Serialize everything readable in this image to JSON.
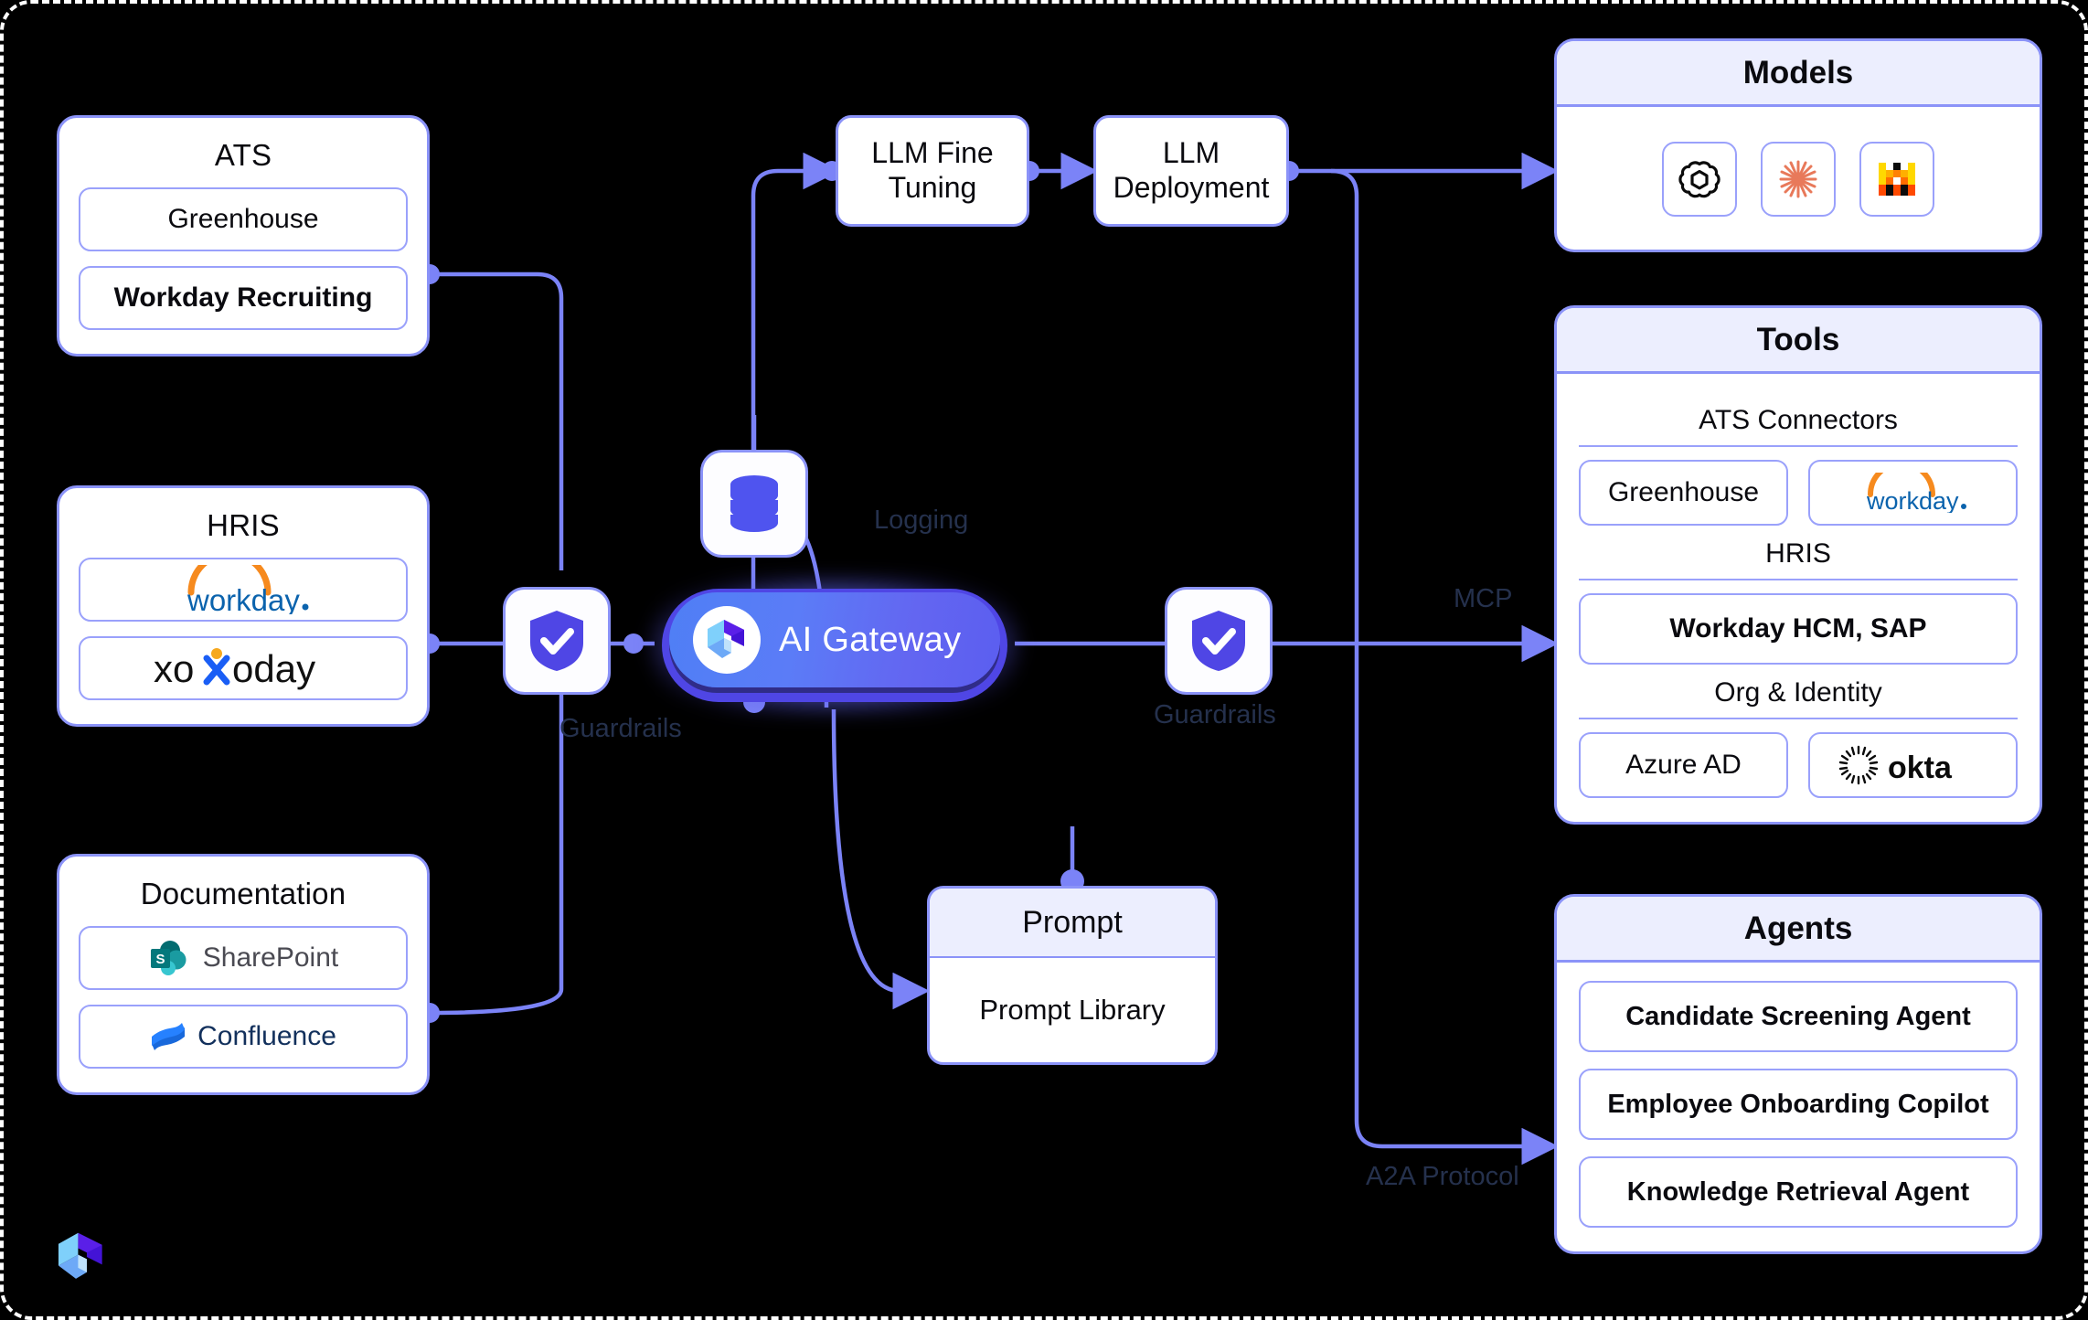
{
  "theme": {
    "background": "#000000",
    "card_border": "#8b93f8",
    "panel_header_bg": "#eceefe",
    "wire": "#7b83f7",
    "accent": "#4f46e5",
    "label_text": "#25314d"
  },
  "left_column": [
    {
      "title": "ATS",
      "items": [
        {
          "label": "Greenhouse",
          "icon": "none"
        },
        {
          "label": "Workday Recruiting",
          "icon": "none"
        }
      ]
    },
    {
      "title": "HRIS",
      "items": [
        {
          "label": "workday",
          "icon": "workday-logo"
        },
        {
          "label": "xoxoday",
          "icon": "xoxoday-logo"
        }
      ]
    },
    {
      "title": "Documentation",
      "items": [
        {
          "label": "SharePoint",
          "icon": "sharepoint-logo"
        },
        {
          "label": "Confluence",
          "icon": "confluence-logo"
        }
      ]
    }
  ],
  "flow": {
    "fine_tuning": "LLM Fine Tuning",
    "deployment": "LLM Deployment",
    "gateway_label": "AI Gateway",
    "gateway_icon": "portkey-cube-icon",
    "logging_icon": "database-icon",
    "guardrail_icon": "shield-check-icon"
  },
  "prompt_panel": {
    "title": "Prompt",
    "item": "Prompt Library"
  },
  "edge_labels": {
    "logging": "Logging",
    "guardrails_in": "Guardrails",
    "guardrails_out": "Guardrails",
    "mcp": "MCP",
    "a2a": "A2A Protocol"
  },
  "models_panel": {
    "title": "Models",
    "logos": [
      {
        "name": "openai-logo",
        "alt": "OpenAI"
      },
      {
        "name": "anthropic-claude-logo",
        "alt": "Claude"
      },
      {
        "name": "mistral-logo",
        "alt": "Mistral"
      }
    ]
  },
  "tools_panel": {
    "title": "Tools",
    "sections": [
      {
        "label": "ATS Connectors",
        "items": [
          {
            "label": "Greenhouse",
            "icon": "none"
          },
          {
            "label": "workday",
            "icon": "workday-logo"
          }
        ]
      },
      {
        "label": "HRIS",
        "items": [
          {
            "label": "Workday HCM, SAP",
            "icon": "none"
          }
        ]
      },
      {
        "label": "Org & Identity",
        "items": [
          {
            "label": "Azure AD",
            "icon": "none"
          },
          {
            "label": "okta",
            "icon": "okta-logo"
          }
        ]
      }
    ]
  },
  "agents_panel": {
    "title": "Agents",
    "items": [
      "Candidate Screening Agent",
      "Employee Onboarding Copilot",
      "Knowledge Retrieval Agent"
    ]
  },
  "brand": {
    "logo": "portkey-cube-logo"
  }
}
